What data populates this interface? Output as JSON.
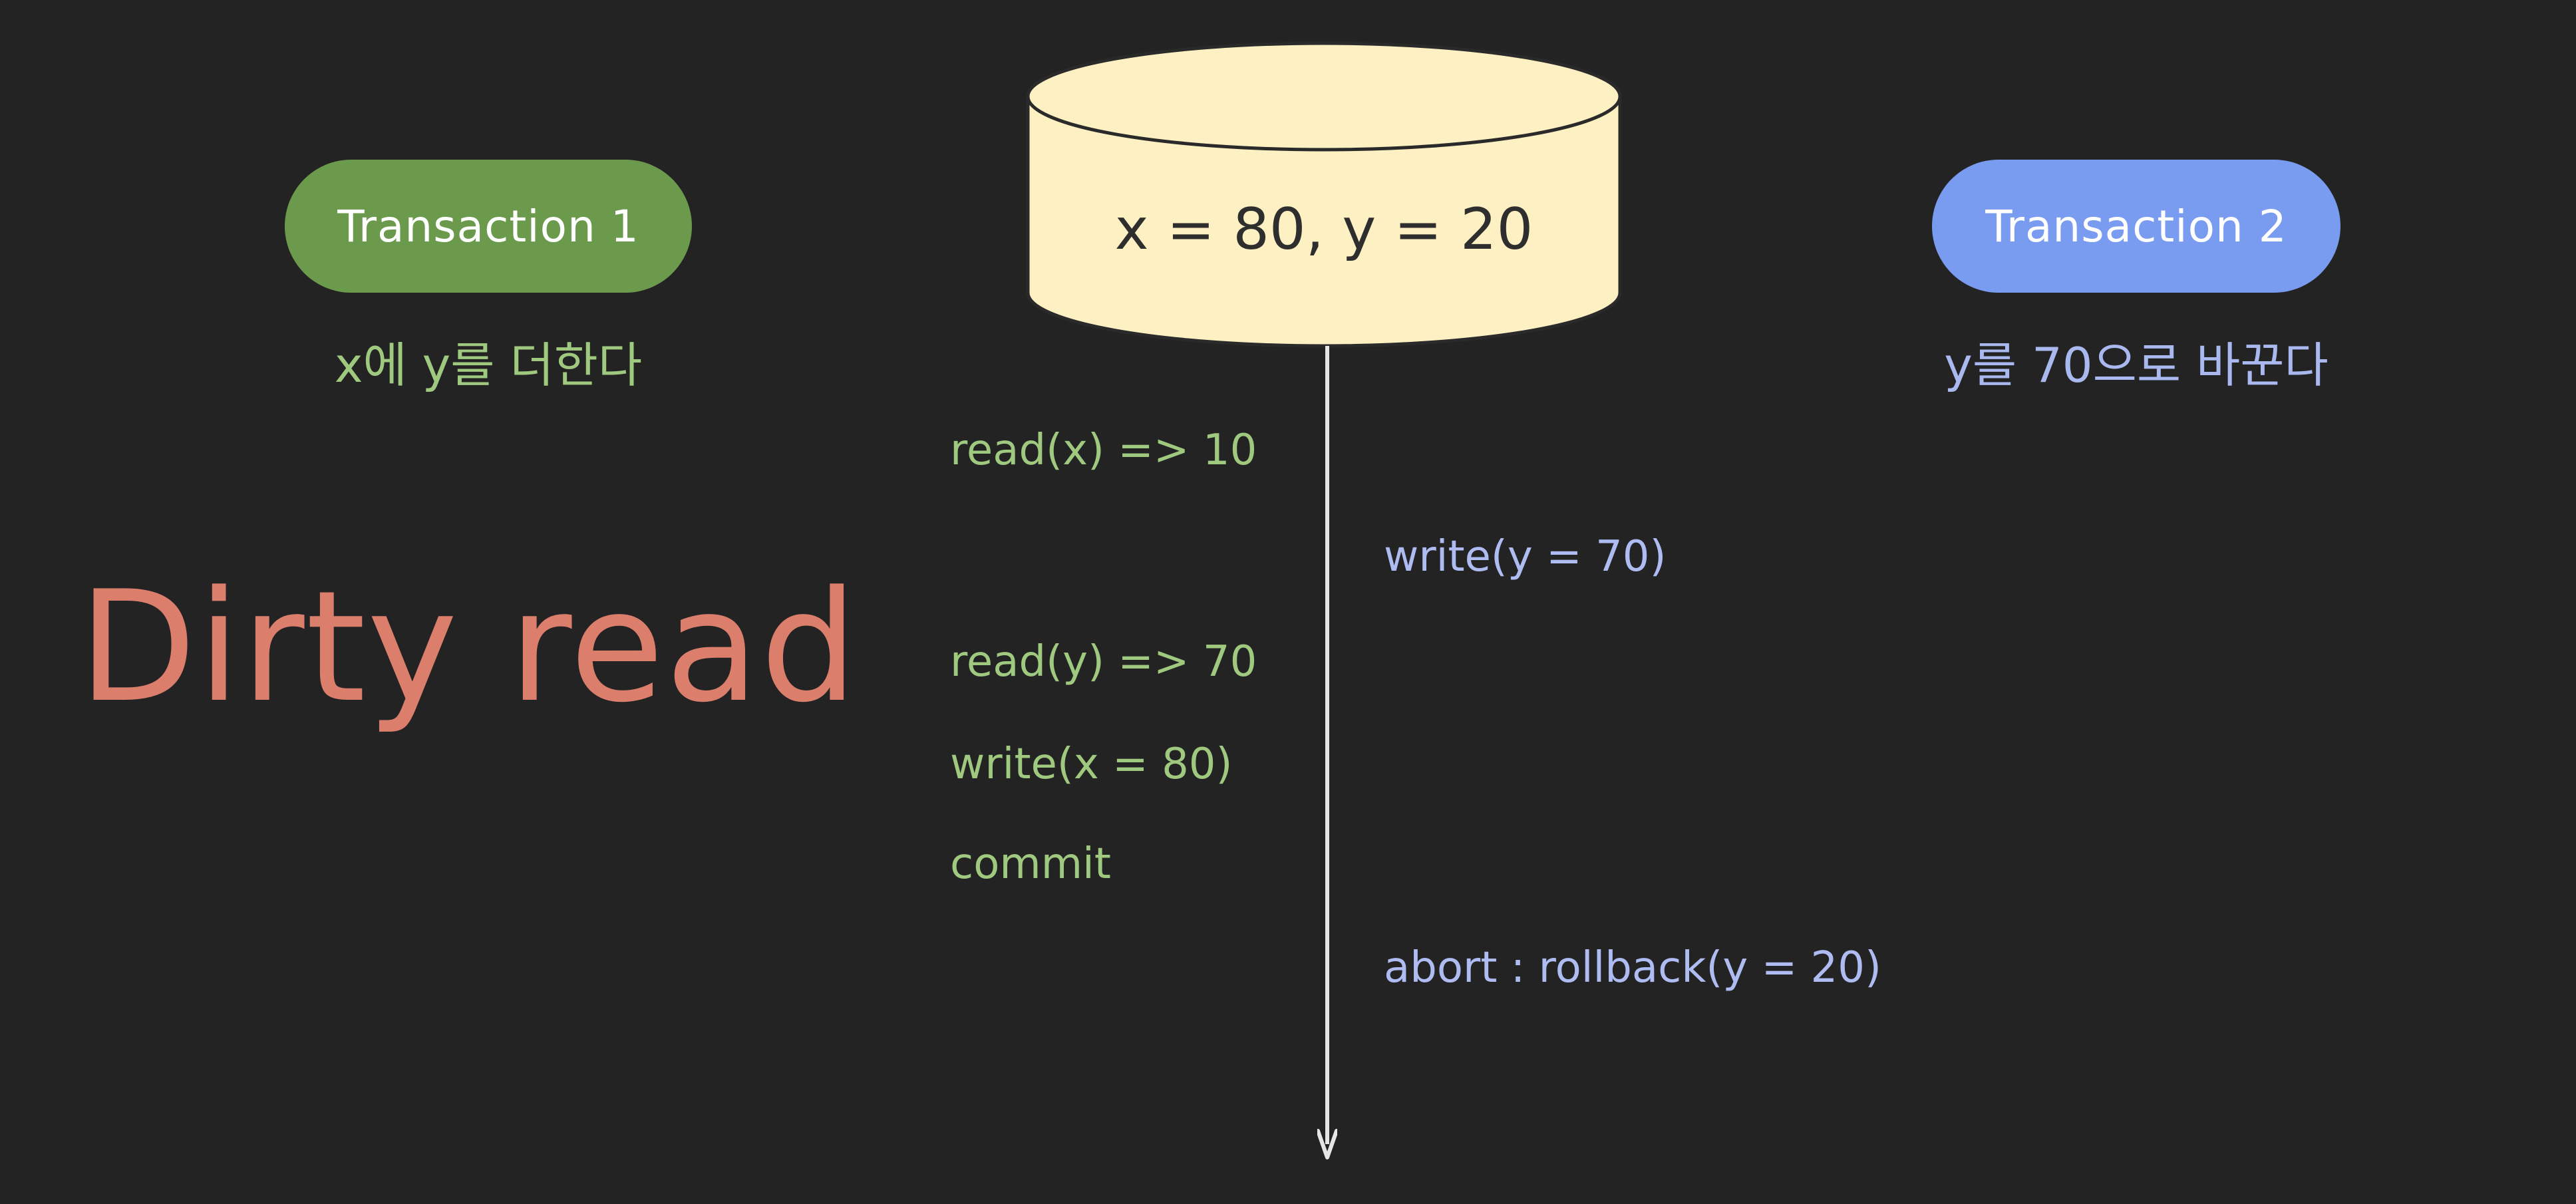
{
  "title": "Dirty read",
  "transaction1": {
    "label": "Transaction 1",
    "description": "x에 y를 더한다",
    "color": "#6c9a4c"
  },
  "transaction2": {
    "label": "Transaction 2",
    "description": "y를 70으로 바꾼다",
    "color": "#7a9cf0"
  },
  "database": {
    "value": "x = 80, y = 20",
    "fill": "#fdf0c2"
  },
  "operations": {
    "t1": [
      "read(x) => 10",
      "read(y) => 70",
      "write(x = 80)",
      "commit"
    ],
    "t2": [
      "write(y = 70)",
      "abort : rollback(y = 20)"
    ]
  }
}
